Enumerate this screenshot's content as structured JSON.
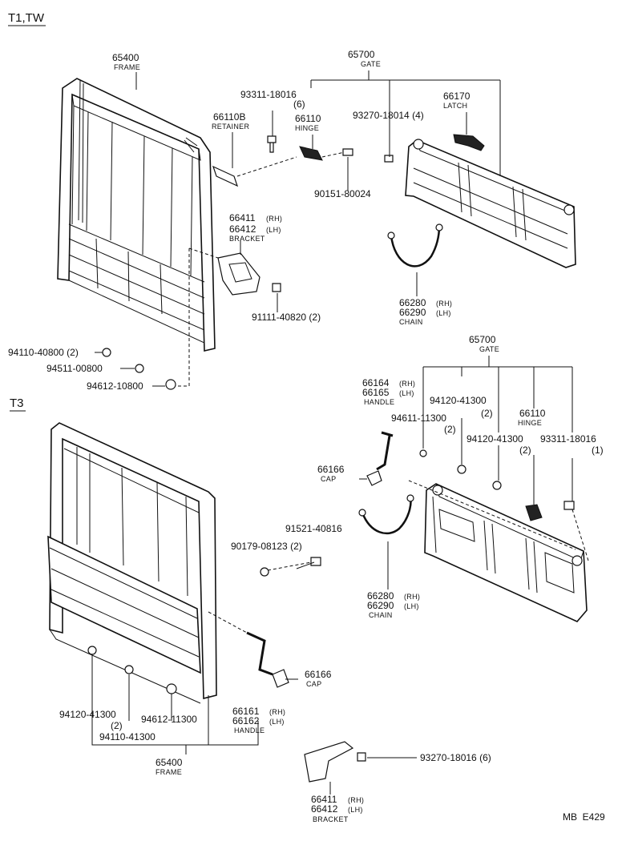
{
  "sections": {
    "top": "T1,TW",
    "bottom": "T3"
  },
  "footer_code": "MB  E429",
  "labels": {
    "p65400_top": "65400",
    "frame_top": "FRAME",
    "p65700_top": "65700",
    "gate_top": "GATE",
    "p93311_top": "93311-18016",
    "p93311_top_qty": "(6)",
    "p66110_top": "66110",
    "hinge_top": "HINGE",
    "p93270_top": "93270-18014 (4)",
    "p66170": "66170",
    "latch": "LATCH",
    "p66110B": "66110B",
    "retainer": "RETAINER",
    "p90151": "90151-80024",
    "p66411_top": "66411",
    "p66412_top": "66412",
    "rh": "(RH)",
    "lh": "(LH)",
    "bracket_top": "BRACKET",
    "p91111": "91111-40820 (2)",
    "p66280_top": "66280",
    "p66290_top": "66290",
    "chain_top": "CHAIN",
    "p94110_top": "94110-40800 (2)",
    "p94511": "94511-00800",
    "p94612_top": "94612-10800",
    "p65700_bot": "65700",
    "gate_bot": "GATE",
    "p66164": "66164",
    "p66165": "66165",
    "handle_mid": "HANDLE",
    "p94120_a": "94120-41300",
    "p94120_a_qty": "(2)",
    "p94611": "94611-11300",
    "p94611_qty": "(2)",
    "p66110_bot": "66110",
    "hinge_bot": "HINGE",
    "p94120_b": "94120-41300",
    "p94120_b_qty": "(2)",
    "p93311_bot": "93311-18016",
    "p93311_bot_qty": "(1)",
    "p66166_top": "66166",
    "cap_top": "CAP",
    "p91521": "91521-40816",
    "p90179": "90179-08123 (2)",
    "p66280_bot": "66280",
    "p66290_bot": "66290",
    "chain_bot": "CHAIN",
    "p66166_bot": "66166",
    "cap_bot": "CAP",
    "p94120_c": "94120-41300",
    "p94120_c_qty": "(2)",
    "p94612_bot": "94612-11300",
    "p94110_bot": "94110-41300",
    "p66161": "66161",
    "p66162": "66162",
    "handle_bot": "HANDLE",
    "p65400_bot": "65400",
    "frame_bot": "FRAME",
    "p93270_bot": "93270-18016 (6)",
    "p66411_bot": "66411",
    "p66412_bot": "66412",
    "bracket_bot": "BRACKET"
  }
}
